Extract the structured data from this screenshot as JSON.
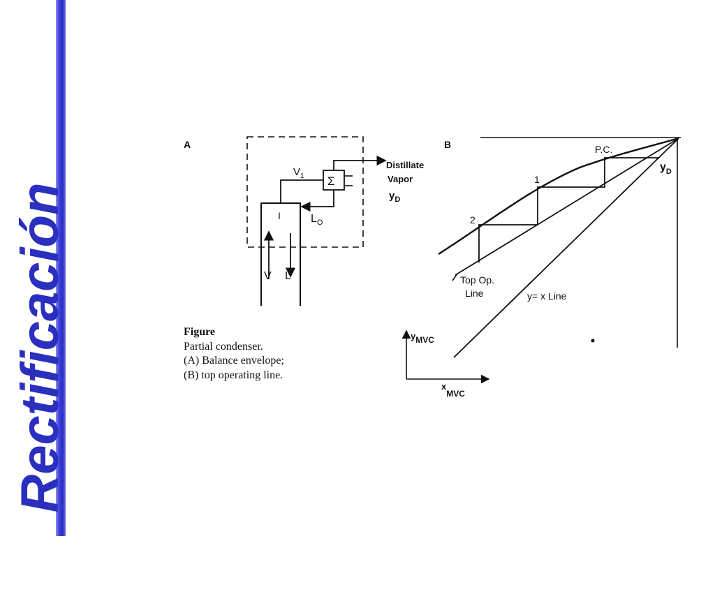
{
  "slide": {
    "title": "Rectificación",
    "accent_color": "#2b2fbf"
  },
  "panel_a": {
    "label": "A",
    "stage_label": "I",
    "vapor_label": "V",
    "vapor_sub": "1",
    "liquid_label": "L",
    "liquid_sub": "O",
    "condenser_symbol": "Σ",
    "stream_vapor": "V",
    "stream_liquid": "L",
    "product_line1": "Distillate",
    "product_line2": "Vapor",
    "product_comp": "y",
    "product_comp_sub": "D"
  },
  "panel_b": {
    "label": "B",
    "pc_label": "P.C.",
    "stage1_label": "1",
    "stage2_label": "2",
    "yd_label": "y",
    "yd_sub": "D",
    "op_line_label1": "Top Op.",
    "op_line_label2": "Line",
    "diag_label": "y= x  Line",
    "y_axis": "y",
    "y_axis_sub": "MVC",
    "x_axis": "x",
    "x_axis_sub": "MVC"
  },
  "caption": {
    "title": "Figure",
    "line1": "Partial condenser.",
    "line2": "(A) Balance envelope;",
    "line3": "(B) top operating line."
  }
}
